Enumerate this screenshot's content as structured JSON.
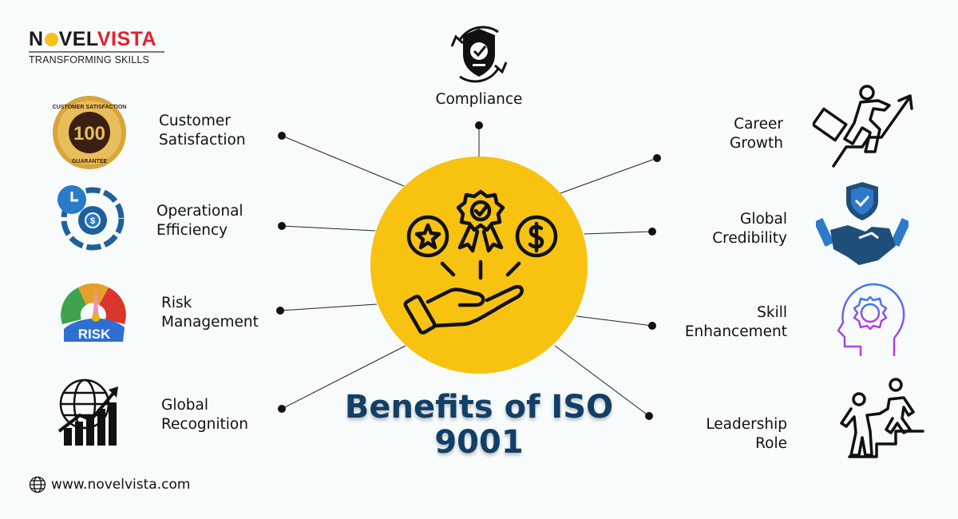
{
  "brand": {
    "name_part1": "N",
    "name_part2": "VEL",
    "name_part3": "VISTA",
    "tagline": "TRANSFORMING SKILLS",
    "colors": {
      "dark": "#1a1a1a",
      "red": "#e5202e",
      "medal": "#f6c21a"
    }
  },
  "title": {
    "line1": "Benefits of ISO",
    "line2": "9001",
    "color": "#123f66"
  },
  "center": {
    "icon": "hand-offering-rewards-icon",
    "color": "#f7c210"
  },
  "benefits_top": {
    "label": "Compliance",
    "icon": "shield-check-cycle-icon"
  },
  "benefits_left": [
    {
      "line1": "Customer",
      "line2": "Satisfaction",
      "icon": "customer-satisfaction-badge-icon"
    },
    {
      "line1": "Operational",
      "line2": "Efficiency",
      "icon": "clock-gear-dollar-icon"
    },
    {
      "line1": "Risk",
      "line2": "Management",
      "icon": "risk-meter-icon"
    },
    {
      "line1": "Global",
      "line2": "Recognition",
      "icon": "globe-growth-chart-icon"
    }
  ],
  "benefits_right": [
    {
      "line1": "Career",
      "line2": "Growth",
      "icon": "climbing-businessman-icon"
    },
    {
      "line1": "Global",
      "line2": "Credibility",
      "icon": "handshake-shield-icon"
    },
    {
      "line1": "Skill",
      "line2": "Enhancement",
      "icon": "head-gear-icon"
    },
    {
      "line1": "Leadership",
      "line2": "Role",
      "icon": "helping-climb-icon"
    }
  ],
  "footer": {
    "url": "www.novelvista.com",
    "icon": "globe-icon"
  }
}
